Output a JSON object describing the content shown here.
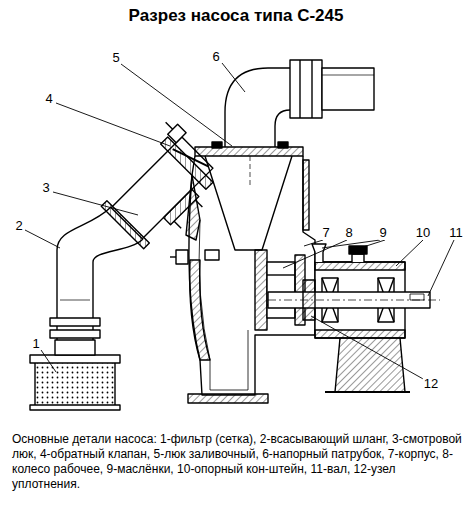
{
  "diagram": {
    "title": "Разрез насоса типа С-245",
    "caption": "Основные детали насоса: 1-фильтр (сетка), 2-всасывающий шланг, 3-смотровой люк, 4-обратный клапан, 5-люк заливочный, 6-напорный патрубок, 7-корпус, 8-колесо рабочее, 9-маслёнки, 10-опорный кон-штейн, 11-вал, 12-узел уплотнения.",
    "labels": [
      "1",
      "2",
      "3",
      "4",
      "5",
      "6",
      "7",
      "8",
      "9",
      "10",
      "11",
      "12"
    ]
  }
}
